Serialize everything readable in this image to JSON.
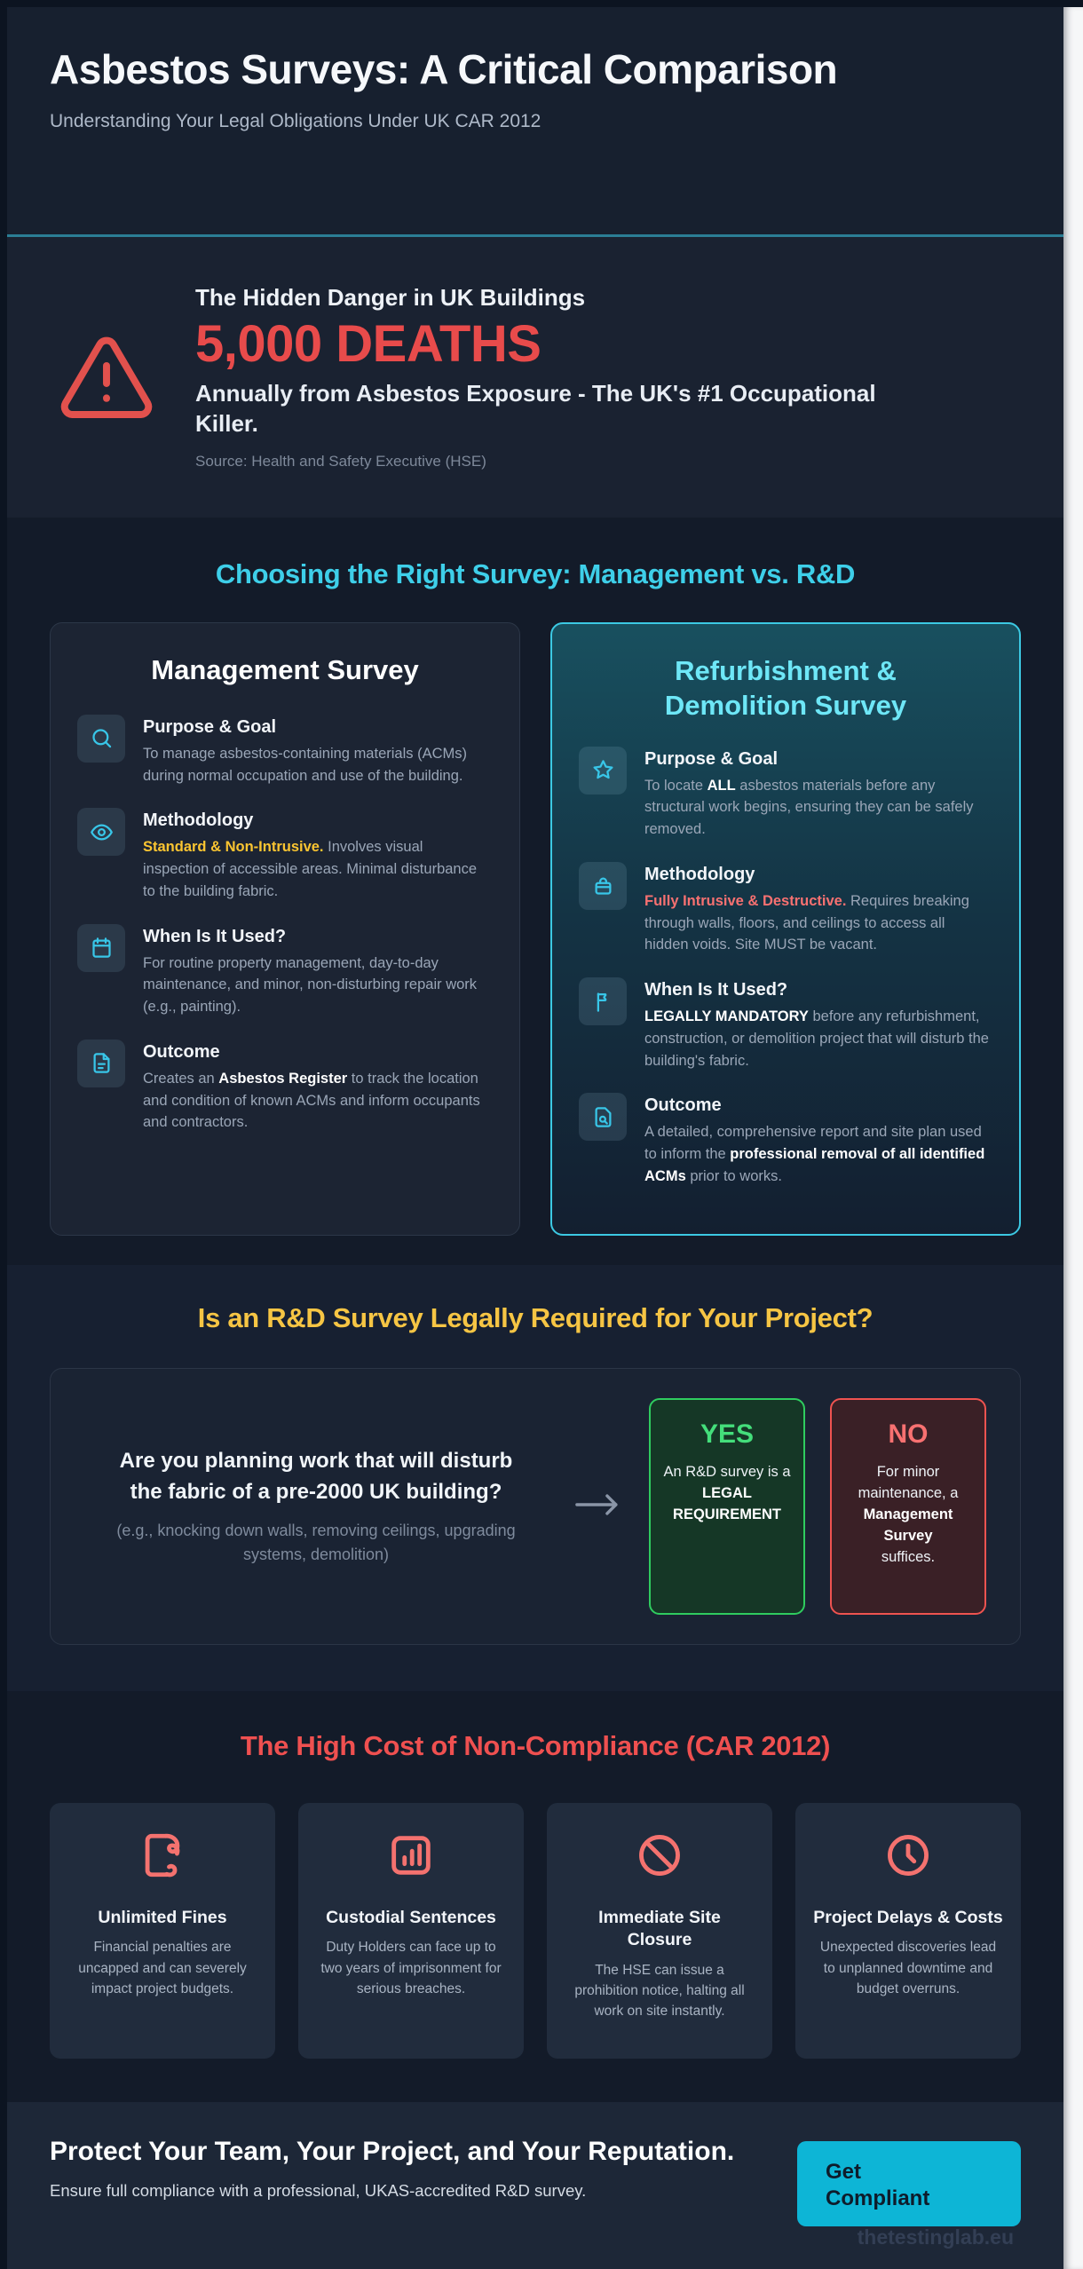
{
  "colors": {
    "background": "#131b29",
    "header_bg": "#17202f",
    "accent_cyan": "#3ecfe9",
    "accent_yellow": "#f6c544",
    "accent_red": "#e84b4b",
    "green": "#44de7b",
    "salmon": "#f87171",
    "cta_bg": "#0db5d6",
    "divider_teal": "#2b7e95"
  },
  "header": {
    "title": "Asbestos Surveys: A Critical Comparison",
    "subtitle": "Understanding Your Legal Obligations Under UK CAR 2012"
  },
  "danger": {
    "heading": "The Hidden Danger in UK Buildings",
    "stat": "5,000 DEATHS",
    "description": "Annually from Asbestos Exposure - The UK's #1 Occupational Killer.",
    "source": "Source: Health and Safety Executive (HSE)"
  },
  "comparison": {
    "heading": "Choosing the Right Survey: Management vs. R&D",
    "management": {
      "title": "Management Survey",
      "items": [
        {
          "title": "Purpose & Goal",
          "pre": "To manage asbestos-containing materials (ACMs) during normal occupation and use of the building."
        },
        {
          "title": "Methodology",
          "lead": "Standard & Non-Intrusive.",
          "post": " Involves visual inspection of accessible areas. Minimal disturbance to the building fabric."
        },
        {
          "title": "When Is It Used?",
          "pre": "For routine property management, day-to-day maintenance, and minor, non-disturbing repair work (e.g., painting)."
        },
        {
          "title": "Outcome",
          "pre": "Creates an ",
          "strong": "Asbestos Register",
          "post": " to track the location and condition of known ACMs and inform occupants and contractors."
        }
      ]
    },
    "rd": {
      "title": "Refurbishment & Demolition Survey",
      "items": [
        {
          "title": "Purpose & Goal",
          "pre": "To locate ",
          "strong": "ALL",
          "post": " asbestos materials before any structural work begins, ensuring they can be safely removed."
        },
        {
          "title": "Methodology",
          "lead": "Fully Intrusive & Destructive.",
          "post": " Requires breaking through walls, floors, and ceilings to access all hidden voids. Site MUST be vacant."
        },
        {
          "title": "When Is It Used?",
          "strong": "LEGALLY MANDATORY",
          "post": " before any refurbishment, construction, or demolition project that will disturb the building's fabric."
        },
        {
          "title": "Outcome",
          "pre": "A detailed, comprehensive report and site plan used to inform the ",
          "strong": "professional removal of all identified ACMs",
          "post": " prior to works."
        }
      ]
    }
  },
  "decision": {
    "heading": "Is an R&D Survey Legally Required for Your Project?",
    "question": {
      "main": "Are you planning work that will disturb the fabric of a pre-2000 UK building?",
      "sub": "(e.g., knocking down walls, removing ceilings, upgrading systems, demolition)"
    },
    "yes": {
      "label": "YES",
      "pre": "An R&D survey is a",
      "strong": "LEGAL REQUIREMENT"
    },
    "no": {
      "label": "NO",
      "pre": "For minor maintenance, a",
      "strong": "Management Survey",
      "post": "suffices."
    }
  },
  "compliance": {
    "heading": "The High Cost of Non-Compliance (CAR 2012)",
    "cards": [
      {
        "title": "Unlimited Fines",
        "body": "Financial penalties are uncapped and can severely impact project budgets."
      },
      {
        "title": "Custodial Sentences",
        "body": "Duty Holders can face up to two years of imprisonment for serious breaches."
      },
      {
        "title": "Immediate Site Closure",
        "body": "The HSE can issue a prohibition notice, halting all work on site instantly."
      },
      {
        "title": "Project Delays & Costs",
        "body": "Unexpected discoveries lead to unplanned downtime and budget overruns."
      }
    ]
  },
  "footer": {
    "title": "Protect Your Team, Your Project, and Your Reputation.",
    "subtitle": "Ensure full compliance with a professional, UKAS-accredited R&D survey.",
    "cta": "Get Compliant",
    "watermark": "thetestinglab.eu"
  }
}
